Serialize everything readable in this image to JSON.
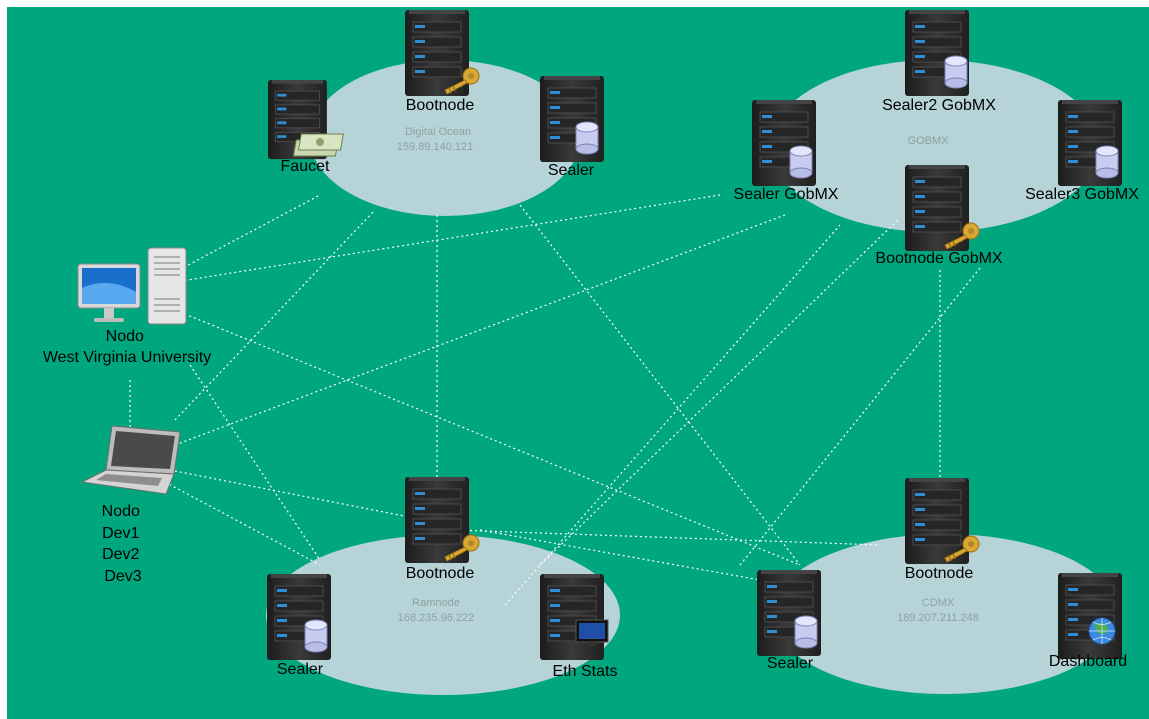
{
  "colors": {
    "background": "#00a77e",
    "cluster_fill": "#b6d3d8",
    "link": "#ffffff",
    "server_body": "#2c2c2c",
    "server_led": "#2f8fd6",
    "key": "#d9a733",
    "database": "#c8ccf0"
  },
  "clusters": {
    "digital_ocean": {
      "name": "Digital Ocean",
      "ip": "159.89.140.121"
    },
    "gobmx": {
      "name": "GOBMX"
    },
    "ramnode": {
      "name": "Ramnode",
      "ip": "168.235.96.222"
    },
    "cdmx": {
      "name": "CDMX",
      "ip": "189.207.211.248"
    }
  },
  "nodes": {
    "do_bootnode": {
      "label": "Bootnode",
      "icon": "server-key-icon"
    },
    "do_faucet": {
      "label": "Faucet",
      "icon": "server-money-icon"
    },
    "do_sealer": {
      "label": "Sealer",
      "icon": "server-database-icon"
    },
    "gob_sealer2": {
      "label": "Sealer2 GobMX",
      "icon": "server-database-icon"
    },
    "gob_sealer": {
      "label": "Sealer GobMX",
      "icon": "server-database-icon"
    },
    "gob_sealer3": {
      "label": "Sealer3 GobMX",
      "icon": "server-database-icon"
    },
    "gob_bootnode": {
      "label": "Bootnode GobMX",
      "icon": "server-key-icon"
    },
    "ram_bootnode": {
      "label": "Bootnode",
      "icon": "server-key-icon"
    },
    "ram_sealer": {
      "label": "Sealer",
      "icon": "server-database-icon"
    },
    "ram_ethstats": {
      "label": "Eth Stats",
      "icon": "server-monitor-icon"
    },
    "cdmx_bootnode": {
      "label": "Bootnode",
      "icon": "server-key-icon"
    },
    "cdmx_sealer": {
      "label": "Sealer",
      "icon": "server-database-icon"
    },
    "cdmx_dashboard": {
      "label": "Dashboard",
      "icon": "server-globe-icon"
    }
  },
  "clients": {
    "wvu": {
      "label_lines": [
        "Nodo",
        "West Virginia University"
      ],
      "icon": "desktop-computer-icon"
    },
    "dev": {
      "label_lines": [
        "Nodo",
        "Dev1",
        "Dev2",
        "Dev3"
      ],
      "icon": "laptop-icon"
    }
  }
}
